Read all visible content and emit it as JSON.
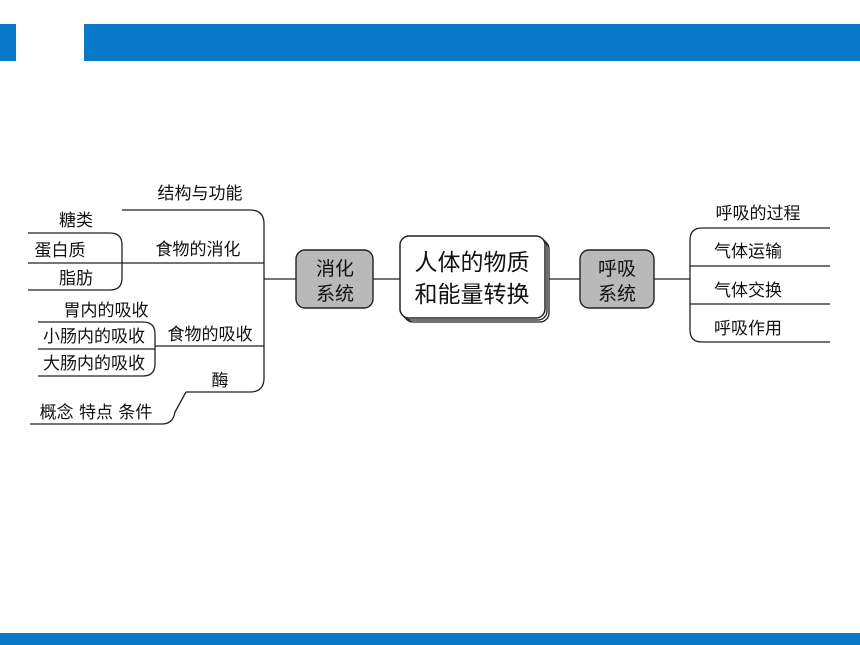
{
  "theme": {
    "accent": "#0a78c8",
    "box_fill": "#b9b9b9",
    "line": "#222222"
  },
  "center": {
    "line1": "人体的物质",
    "line2": "和能量转换"
  },
  "digestion": {
    "title1": "消化",
    "title2": "系统",
    "structure": "结构与功能",
    "food_digestion": "食物的消化",
    "sugar": "糖类",
    "protein": "蛋白质",
    "fat": "脂肪",
    "food_absorption": "食物的吸收",
    "stomach_abs": "胃内的吸收",
    "small_abs": "小肠内的吸收",
    "large_abs": "大肠内的吸收",
    "enzyme": "酶",
    "enzyme_sub": "概念 特点 条件"
  },
  "respiration": {
    "title1": "呼吸",
    "title2": "系统",
    "process": "呼吸的过程",
    "transport": "气体运输",
    "exchange": "气体交换",
    "effect": "呼吸作用"
  }
}
